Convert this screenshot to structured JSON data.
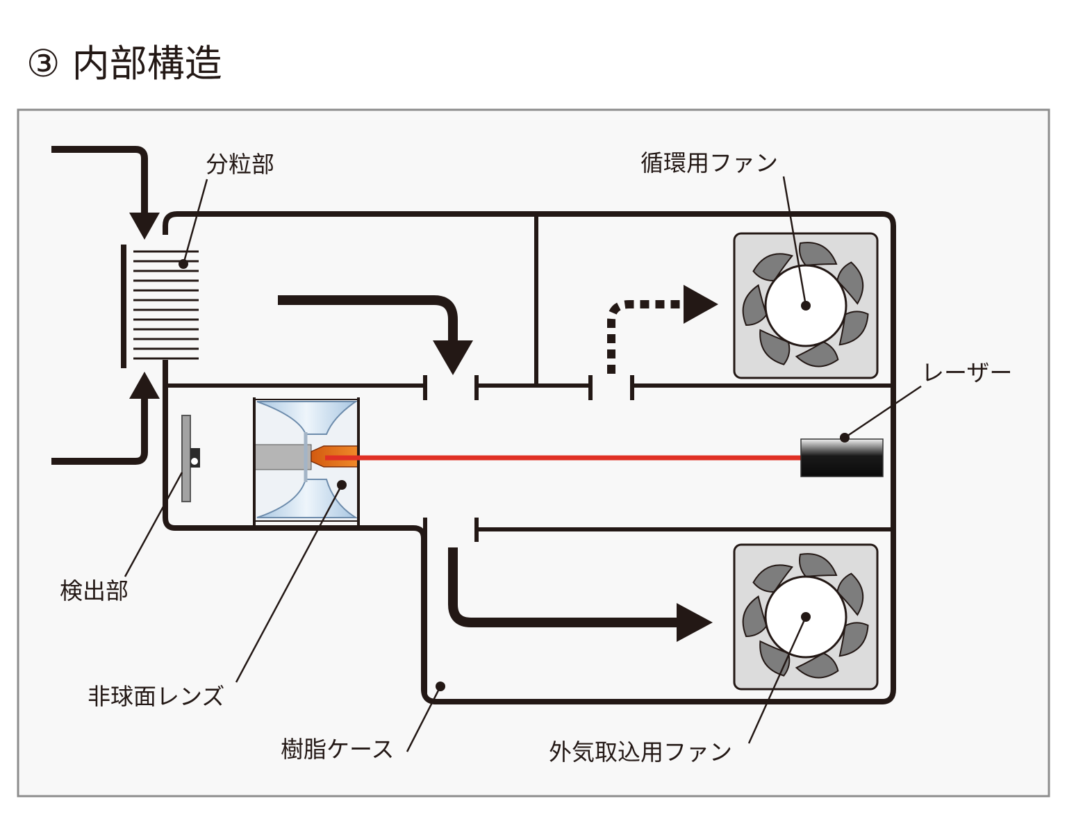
{
  "title": "③ 内部構造",
  "labels": {
    "classifier": "分粒部",
    "circulation_fan": "循環用ファン",
    "laser": "レーザー",
    "detector": "検出部",
    "aspheric_lens": "非球面レンズ",
    "resin_case": "樹脂ケース",
    "intake_fan": "外気取込用ファン"
  },
  "colors": {
    "line": "#231815",
    "panel_bg": "#f8f8f8",
    "frame": "#8c8c8c",
    "laser_beam": "#e03025",
    "fan_box": "#dcdcdc",
    "fan_blade": "#7d7d7d",
    "lens": "#c8dcee",
    "detector": "#a3a3a3"
  }
}
